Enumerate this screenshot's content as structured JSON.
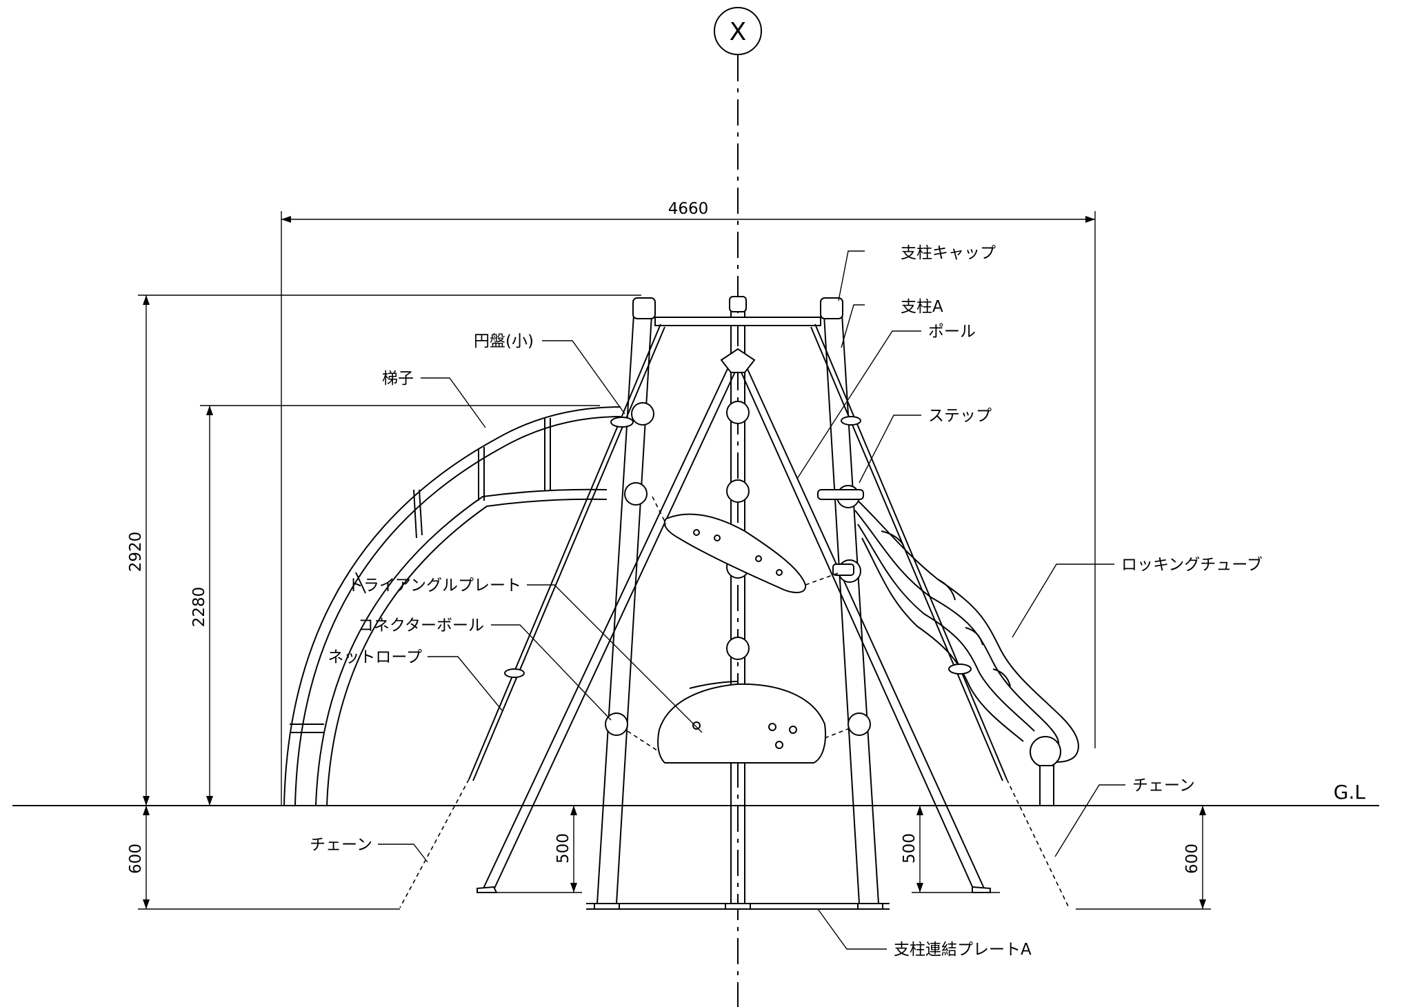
{
  "axis": {
    "label": "X"
  },
  "ground": {
    "label": "G.L"
  },
  "dimensions": {
    "width": "4660",
    "height_total": "2920",
    "height_ladder": "2280",
    "depth_left": "600",
    "depth_right": "600",
    "depth_inner_left": "500",
    "depth_inner_right": "500"
  },
  "labels": {
    "pillar_cap": "支柱キャップ",
    "pillar_a": "支柱A",
    "pole": "ポール",
    "step": "ステップ",
    "rocking_tube": "ロッキングチューブ",
    "chain_right": "チェーン",
    "chain_left": "チェーン",
    "disc_small": "円盤(小)",
    "ladder": "梯子",
    "triangle_plate": "トライアングルプレート",
    "connector_ball": "コネクターボール",
    "net_rope": "ネットロープ",
    "pillar_plate": "支柱連結プレートA"
  }
}
